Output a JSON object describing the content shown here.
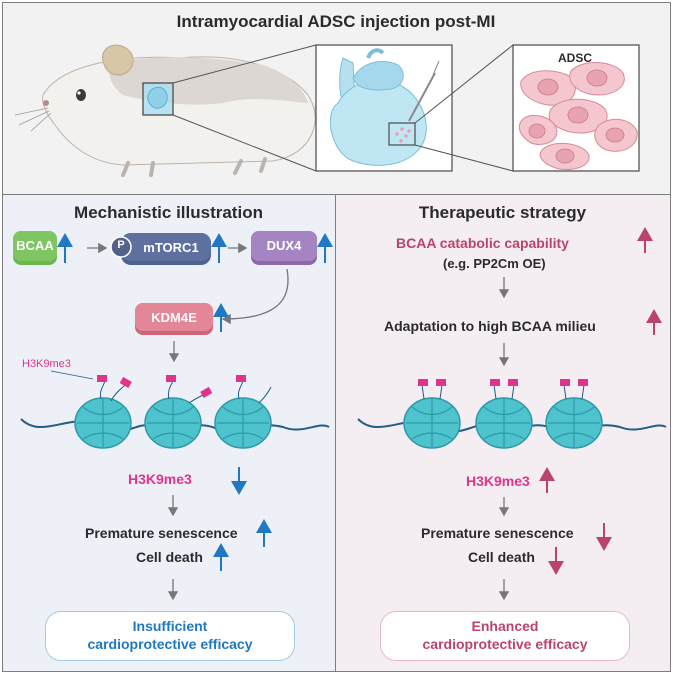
{
  "header": {
    "title": "Intramyocardial ADSC injection post-MI",
    "adsc_label": "ADSC"
  },
  "left": {
    "title": "Mechanistic illustration",
    "bcaa": "BCAA",
    "p_badge": "P",
    "mtorc1": "mTORC1",
    "dux4": "DUX4",
    "kdm4e": "KDM4E",
    "h3k9me3_tag": "H3K9me3",
    "h3k9me3": "H3K9me3",
    "senescence": "Premature senescence",
    "cell_death": "Cell death",
    "outcome_line1": "Insufficient",
    "outcome_line2": "cardioprotective efficacy"
  },
  "right": {
    "title": "Therapeutic strategy",
    "bcaa_capability": "BCAA catabolic capability",
    "example": "(e.g. PP2Cm OE)",
    "adaptation": "Adaptation to high BCAA milieu",
    "h3k9me3": "H3K9me3",
    "senescence": "Premature senescence",
    "cell_death": "Cell death",
    "outcome_line1": "Enhanced",
    "outcome_line2": "cardioprotective efficacy"
  },
  "colors": {
    "blue_arrow": "#1f78c1",
    "pink_arrow": "#b94471",
    "bcaa_box": "#6ab74f",
    "mtorc1_box": "#4e6290",
    "dux4_box": "#9a78b8",
    "kdm4e_box": "#df7b8e",
    "nucleosome": "#4fc3cd",
    "methyl_flag": "#e0348c"
  }
}
